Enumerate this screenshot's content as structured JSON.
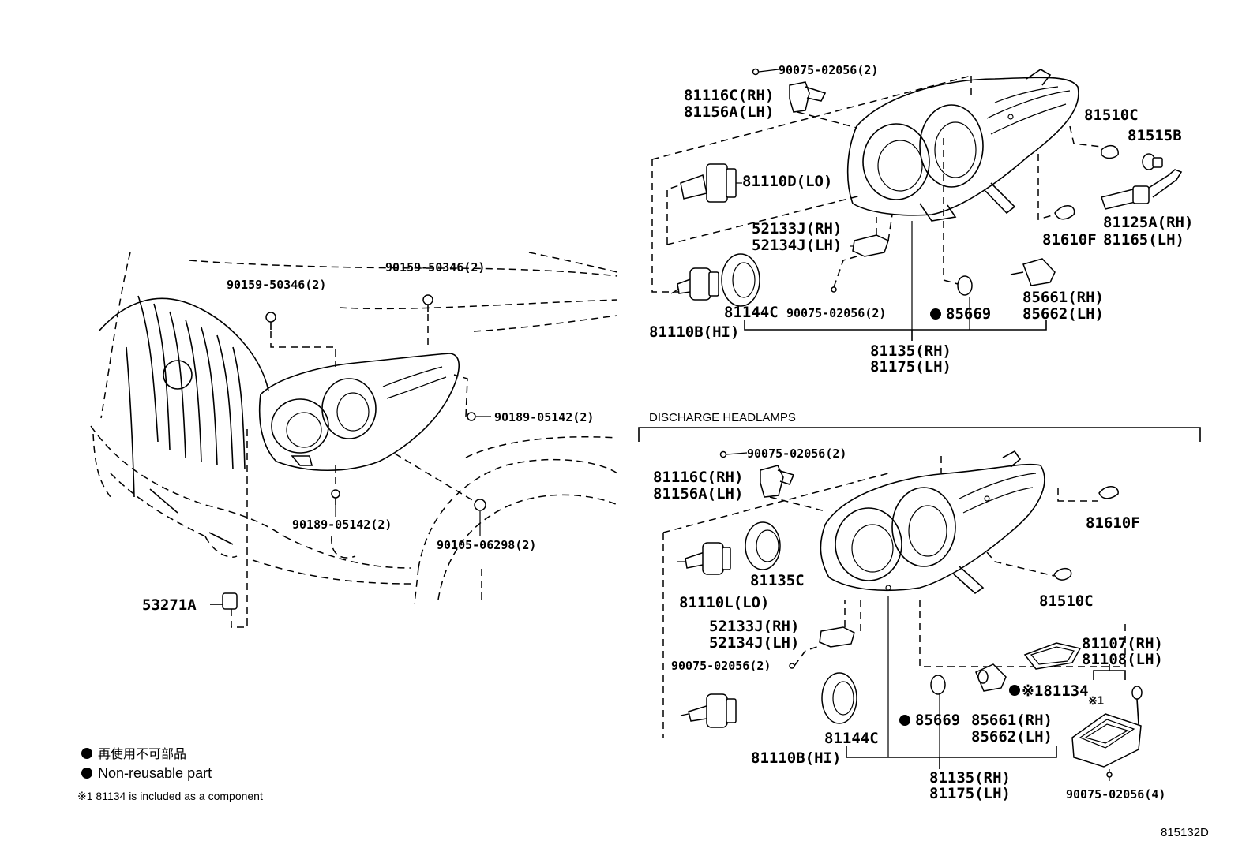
{
  "diagram": {
    "section_title": "DISCHARGE HEADLAMPS",
    "figure_code": "815132D"
  },
  "legend": {
    "non_reusable_jp": "再使用不可部品",
    "non_reusable_en": "Non-reusable part",
    "note_1": "※1 81134 is included as a component"
  },
  "parts": {
    "p90159a": "90159-50346(2)",
    "p90159b": "90159-50346(2)",
    "p90189a": "90189-05142(2)",
    "p90189b": "90189-05142(2)",
    "p90105": "90105-06298(2)",
    "p53271": "53271A",
    "t90075a": "90075-02056(2)",
    "t81116c": "81116C(RH)",
    "t81156a": "81156A(LH)",
    "t81110d": "81110D(LO)",
    "t52133j": "52133J(RH)",
    "t52134j": "52134J(LH)",
    "t90075b": "90075-02056(2)",
    "t81144c": "81144C",
    "t81110b": "81110B(HI)",
    "t85669": "85669",
    "t85661": "85661(RH)",
    "t85662": "85662(LH)",
    "t81135": "81135(RH)",
    "t81175": "81175(LH)",
    "t81510c": "81510C",
    "t81515b": "81515B",
    "t81125a": "81125A(RH)",
    "t81165": "81165(LH)",
    "t81610f": "81610F",
    "b90075a": "90075-02056(2)",
    "b81116c": "81116C(RH)",
    "b81156a": "81156A(LH)",
    "b81135c": "81135C",
    "b81110l": "81110L(LO)",
    "b52133j": "52133J(RH)",
    "b52134j": "52134J(LH)",
    "b90075b": "90075-02056(2)",
    "b81144c": "81144C",
    "b81110b": "81110B(HI)",
    "b85669": "85669",
    "b85661": "85661(RH)",
    "b85662": "85662(LH)",
    "b81134": "※181134",
    "b81135": "81135(RH)",
    "b81175": "81175(LH)",
    "b81610f": "81610F",
    "b81510c": "81510C",
    "b81107": "81107(RH)",
    "b81108": "81108(LH)",
    "b_note1": "※1",
    "b90075c": "90075-02056(4)"
  }
}
